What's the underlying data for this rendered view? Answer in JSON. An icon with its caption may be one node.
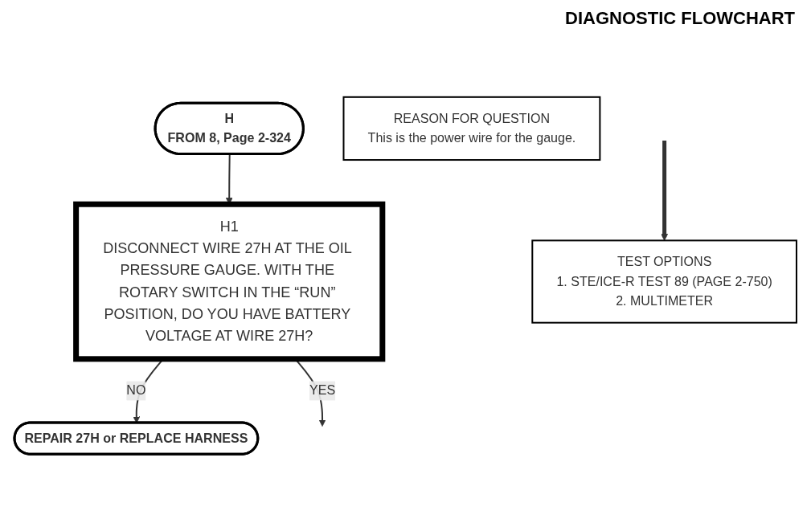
{
  "diagram": {
    "title": "DIAGNOSTIC FLOWCHART",
    "nodes": [
      {
        "text": [
          "H",
          "FROM 8, Page 2-324"
        ]
      },
      {
        "text": [
          "H1",
          "DISCONNECT WIRE 27H AT THE OIL PRESSURE GAUGE. WITH THE ROTARY SWITCH IN THE “RUN” POSITION, DO YOU HAVE BATTERY VOLTAGE AT WIRE 27H?"
        ]
      },
      {
        "text": [
          "TEST OPTIONS",
          "1. STE/ICE-R TEST 89 (PAGE 2-750)",
          "2. MULTIMETER"
        ]
      },
      {
        "text": [
          "REASON FOR QUESTION",
          "This is the power wire for the gauge."
        ]
      },
      {
        "text": [
          "REPAIR 27H or REPLACE HARNESS"
        ]
      }
    ],
    "edges": [
      {
        "from": 0,
        "to": 1,
        "arrow": "to"
      },
      {
        "from": null,
        "to": 2,
        "arrow": "to",
        "style": "thick"
      },
      {
        "from": 1,
        "to": 4,
        "arrow": "to",
        "label": "NO"
      },
      {
        "from": 1,
        "to": null,
        "arrow": "to",
        "label": "YES"
      }
    ]
  }
}
